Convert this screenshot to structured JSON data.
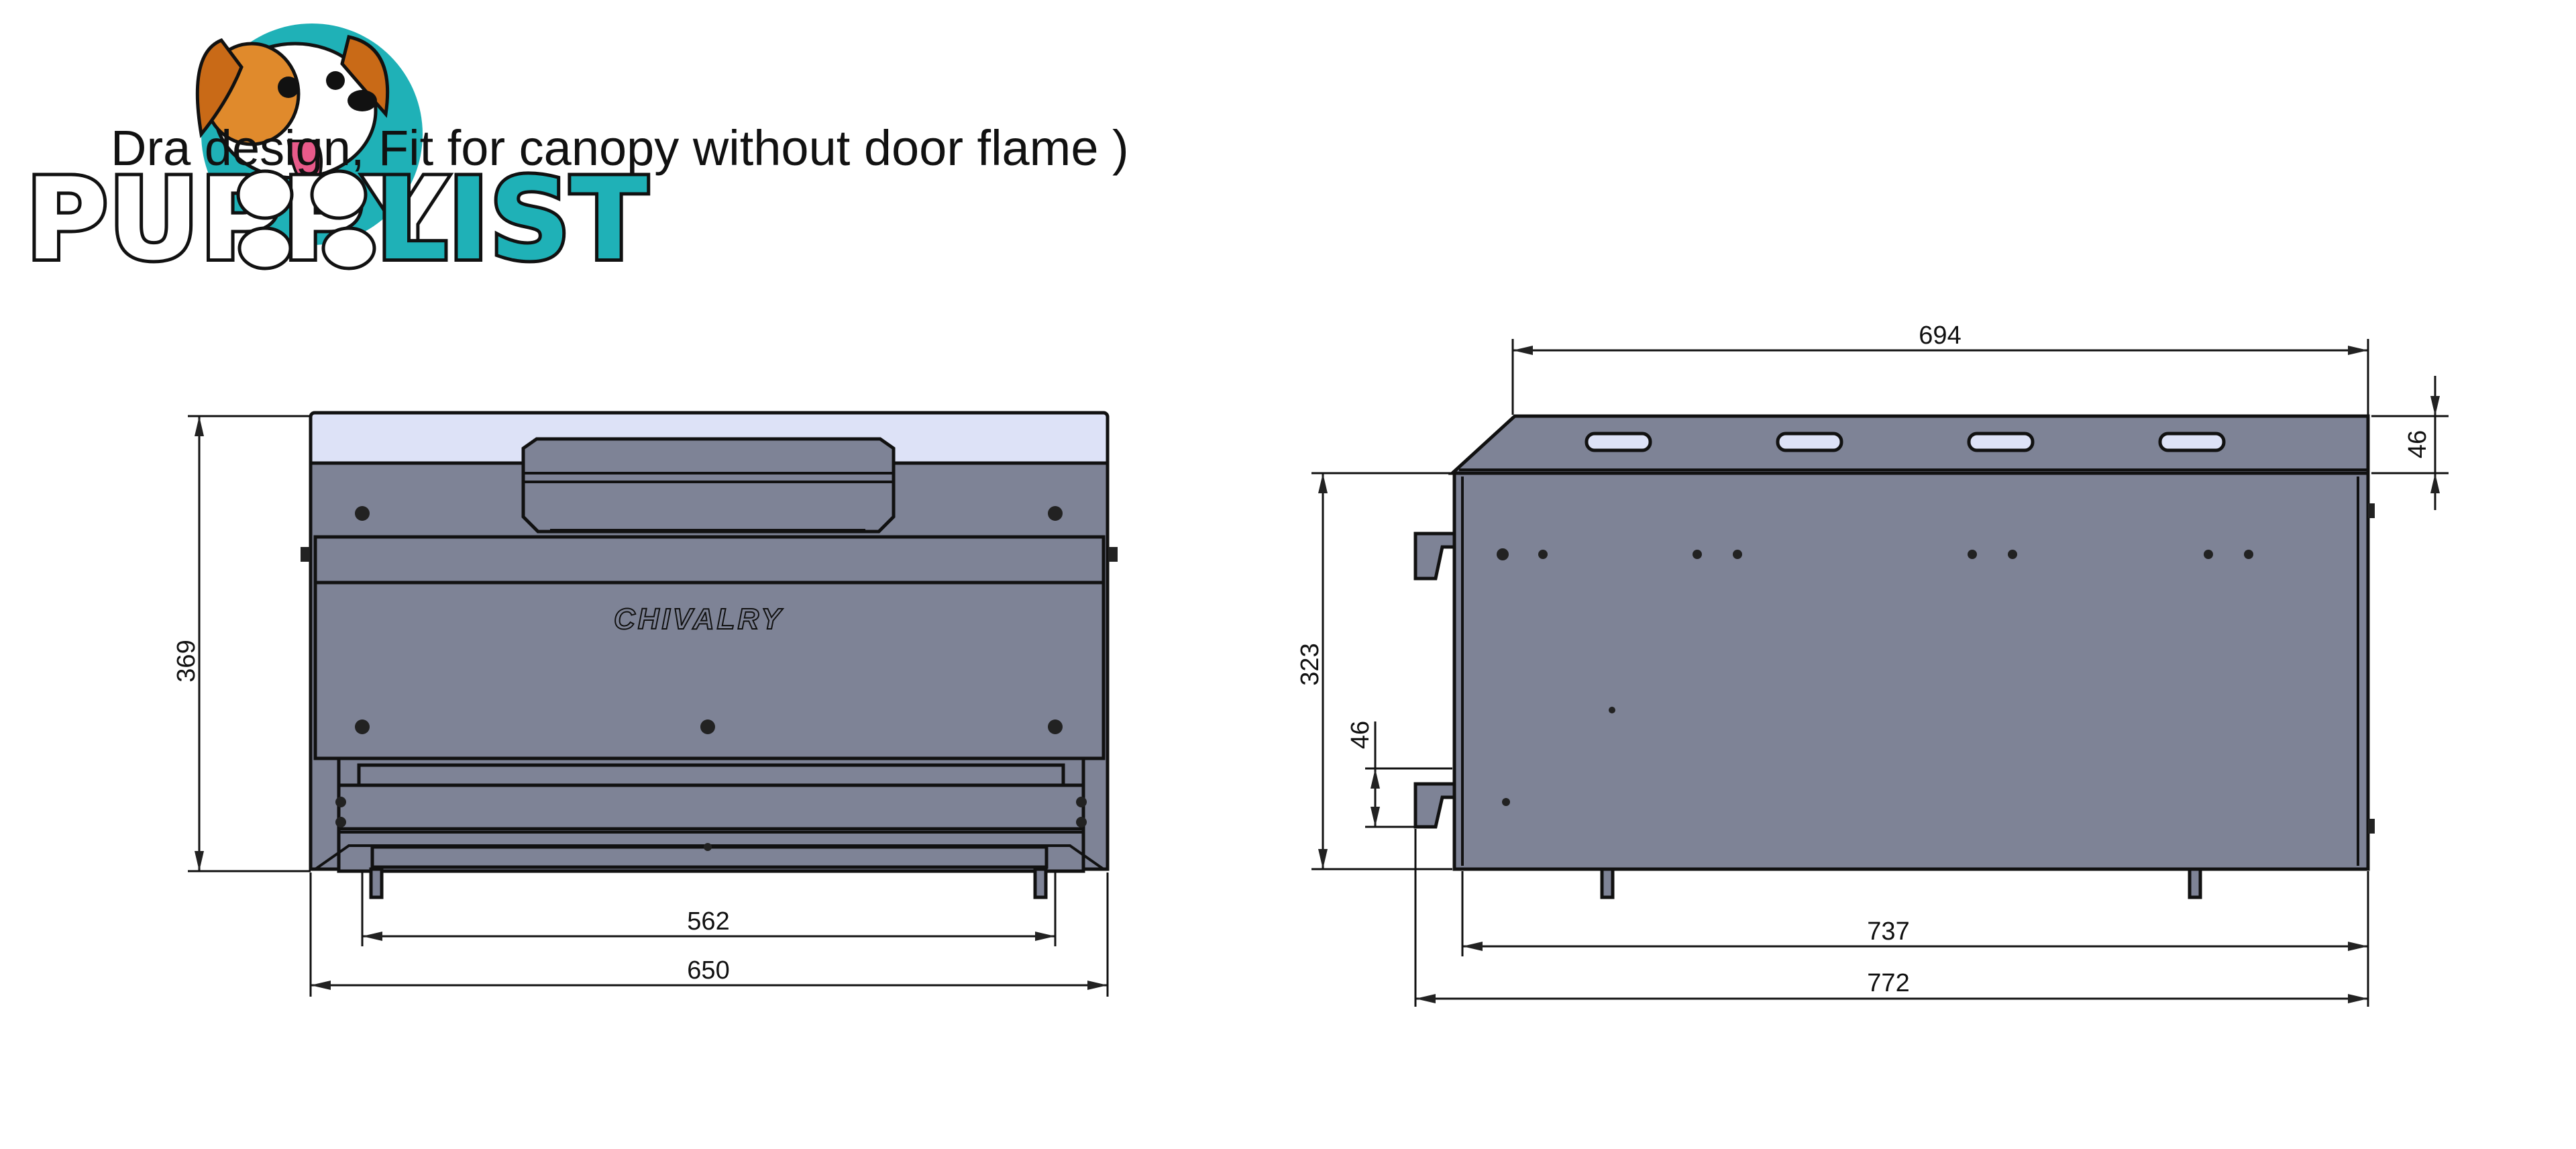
{
  "title": "Dra        design,  Fit for canopy without door flame )",
  "logo": {
    "text_part1": "PUPPY",
    "text_part2": "LIST",
    "accent_color": "#1fb1b7"
  },
  "front_view": {
    "brand_label": "CHIVALRY",
    "dimensions": {
      "height": "369",
      "inner_width": "562",
      "overall_width": "650"
    }
  },
  "side_view": {
    "dimensions": {
      "top_width": "694",
      "lip_height": "46",
      "body_height": "323",
      "step_height": "46",
      "body_width": "737",
      "overall_width": "772"
    }
  },
  "colors": {
    "body": "#7e8396",
    "lid": "#dde2f7",
    "line": "#111111"
  }
}
